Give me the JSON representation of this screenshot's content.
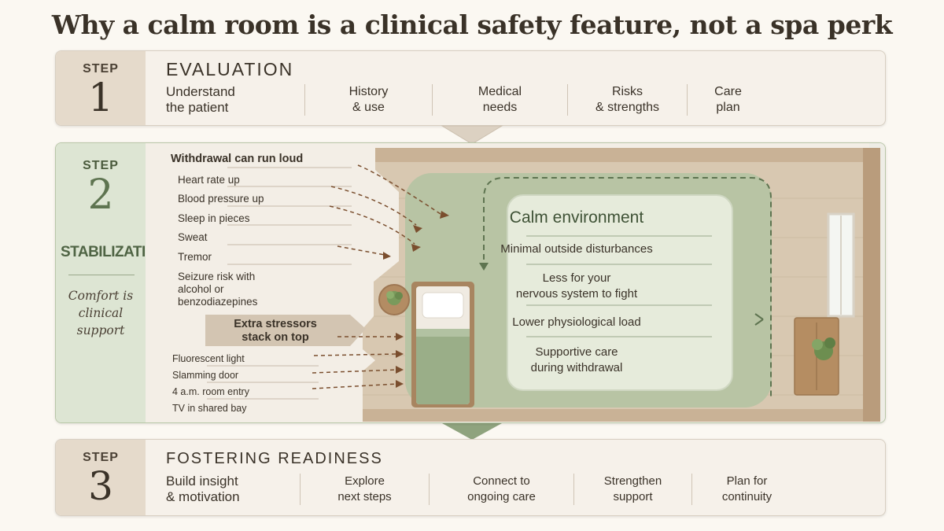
{
  "title": "Why a calm room is a clinical safety feature, not a spa perk",
  "step_word": "STEP",
  "steps": [
    {
      "number": "1",
      "heading": "EVALUATION",
      "lead": [
        "Understand",
        "the patient"
      ],
      "items": [
        [
          "History",
          "& use"
        ],
        [
          "Medical",
          "needs"
        ],
        [
          "Risks",
          "& strengths"
        ],
        [
          "Care",
          "plan"
        ]
      ]
    },
    {
      "number": "2",
      "label": "STABILIZATION",
      "tagline": [
        "Comfort is",
        "clinical support"
      ],
      "withdrawal": {
        "title": "Withdrawal can run loud",
        "items": [
          "Heart rate up",
          "Blood pressure up",
          "Sleep in pieces",
          "Sweat",
          "Tremor"
        ],
        "seizure": [
          "Seizure risk with",
          "alcohol or",
          "benzodiazepines"
        ]
      },
      "stressors": {
        "title": [
          "Extra stressors",
          "stack on top"
        ],
        "items": [
          "Fluorescent light",
          "Slamming door",
          "4 a.m. room entry",
          "TV in shared bay"
        ]
      },
      "calm": {
        "title": "Calm environment",
        "items": [
          [
            "Minimal outside disturbances"
          ],
          [
            "Less for your",
            "nervous system to fight"
          ],
          [
            "Lower physiological load"
          ],
          [
            "Supportive care",
            "during withdrawal"
          ]
        ]
      }
    },
    {
      "number": "3",
      "heading": "FOSTERING READINESS",
      "lead": [
        "Build insight",
        "& motivation"
      ],
      "items": [
        [
          "Explore",
          "next steps"
        ],
        [
          "Connect to",
          "ongoing care"
        ],
        [
          "Strengthen",
          "support"
        ],
        [
          "Plan for",
          "continuity"
        ]
      ]
    }
  ],
  "colors": {
    "sage": "#9fb08c",
    "sage_dark": "#5e7450",
    "beige": "#e5dacb",
    "arrow": "#7a4e2e"
  }
}
